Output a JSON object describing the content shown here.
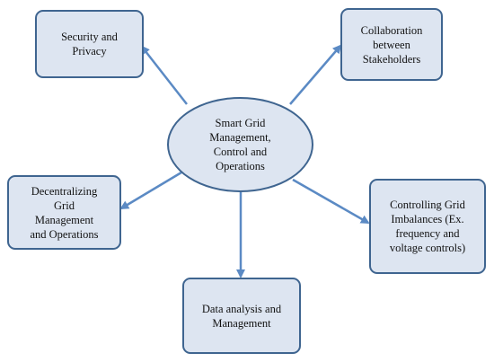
{
  "diagram": {
    "center": "Smart Grid\nManagement,\nControl and\nOperations",
    "nodes": {
      "security": "Security and\nPrivacy",
      "collaboration": "Collaboration\nbetween\nStakeholders",
      "decentralizing": "Decentralizing\nGrid\nManagement\nand Operations",
      "controlling": "Controlling Grid\nImbalances (Ex.\nfrequency and\nvoltage controls)",
      "data": "Data analysis and\nManagement"
    }
  },
  "colors": {
    "box_fill": "#dde5f1",
    "box_border": "#3f6590",
    "arrow": "#5b8ac4"
  }
}
